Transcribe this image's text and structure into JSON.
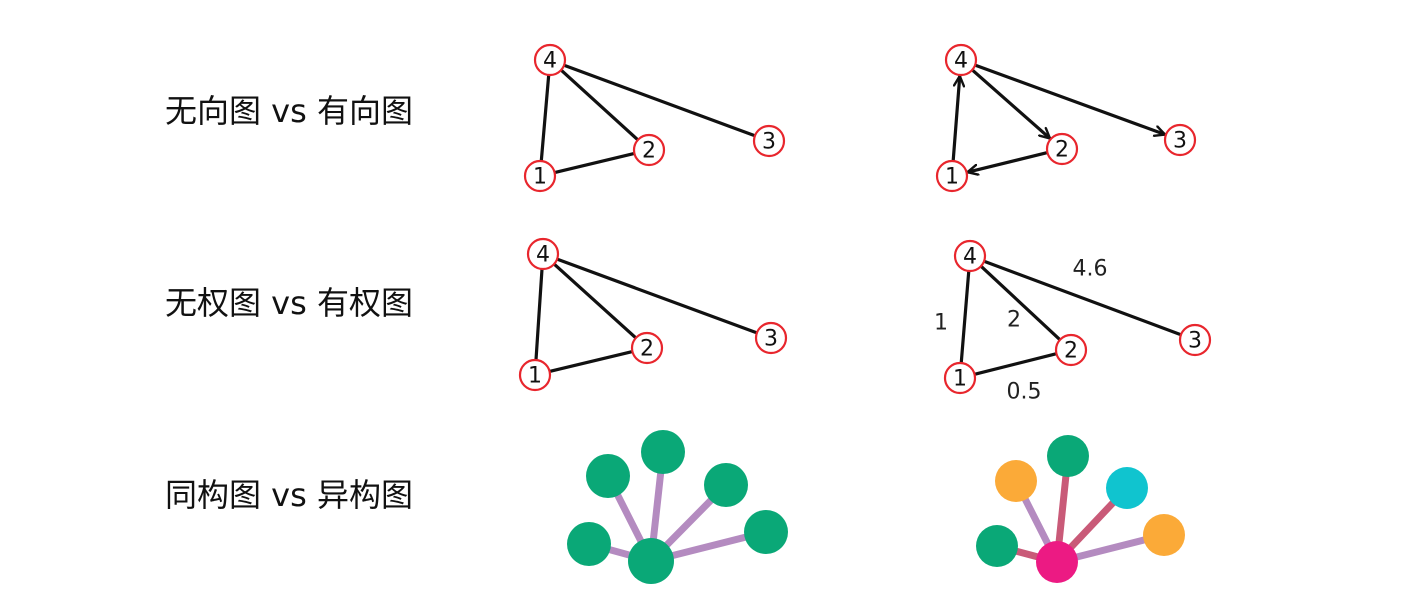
{
  "rows": [
    {
      "label": "无向图 vs 有向图"
    },
    {
      "label": "无权图 vs 有权图"
    },
    {
      "label": "同构图 vs 异构图"
    }
  ],
  "graphs": [
    {
      "id": "undirected",
      "nodes": [
        "1",
        "2",
        "3",
        "4"
      ],
      "edges": [
        {
          "from": "4",
          "to": "1"
        },
        {
          "from": "4",
          "to": "2"
        },
        {
          "from": "4",
          "to": "3"
        },
        {
          "from": "1",
          "to": "2"
        }
      ],
      "directed": false
    },
    {
      "id": "directed",
      "nodes": [
        "1",
        "2",
        "3",
        "4"
      ],
      "edges": [
        {
          "from": "1",
          "to": "4"
        },
        {
          "from": "4",
          "to": "2"
        },
        {
          "from": "4",
          "to": "3"
        },
        {
          "from": "2",
          "to": "1"
        }
      ],
      "directed": true
    },
    {
      "id": "unweighted",
      "nodes": [
        "1",
        "2",
        "3",
        "4"
      ],
      "edges": [
        {
          "from": "4",
          "to": "1"
        },
        {
          "from": "4",
          "to": "2"
        },
        {
          "from": "4",
          "to": "3"
        },
        {
          "from": "1",
          "to": "2"
        }
      ],
      "directed": false
    },
    {
      "id": "weighted",
      "nodes": [
        "1",
        "2",
        "3",
        "4"
      ],
      "edges": [
        {
          "from": "4",
          "to": "1",
          "weight": "1"
        },
        {
          "from": "4",
          "to": "2",
          "weight": "2"
        },
        {
          "from": "4",
          "to": "3",
          "weight": "4.6"
        },
        {
          "from": "1",
          "to": "2",
          "weight": "0.5"
        }
      ],
      "directed": false
    }
  ],
  "colors": {
    "node_stroke": "#e8262d",
    "edge": "#111111",
    "homo_node": "#0aa877",
    "homo_edge": "#b48bc0",
    "hetero_center": "#ec1a83",
    "hetero_green": "#0aa877",
    "hetero_orange": "#fbaa38",
    "hetero_cyan": "#10c4cf",
    "hetero_edge_purple": "#b48bc0",
    "hetero_edge_red": "#c95a78"
  },
  "homogeneous": {
    "node_types": [
      "homo_node",
      "homo_node",
      "homo_node",
      "homo_node",
      "homo_node",
      "homo_node"
    ]
  },
  "heterogeneous": {
    "node_types": [
      "hetero_center",
      "hetero_green",
      "hetero_orange",
      "hetero_green",
      "hetero_cyan",
      "hetero_orange"
    ]
  }
}
